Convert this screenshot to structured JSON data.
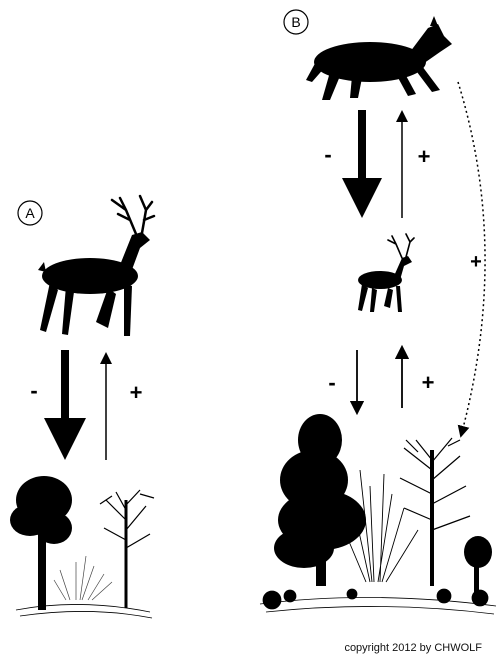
{
  "panels": [
    {
      "label": "A",
      "down_sign": "-",
      "up_sign": "+"
    },
    {
      "label": "B",
      "wolf_down_sign": "-",
      "wolf_up_sign": "+",
      "deer_down_sign": "-",
      "deer_up_sign": "+",
      "indirect_sign": "+"
    }
  ],
  "icons": [
    "wolf-icon",
    "deer-icon",
    "tree-icon",
    "shrub-icon",
    "ground-vegetation-icon"
  ],
  "colors": {
    "ink": "#000000",
    "background": "#ffffff"
  },
  "footer": {
    "copyright": "copyright 2012 by CHWOLF"
  }
}
